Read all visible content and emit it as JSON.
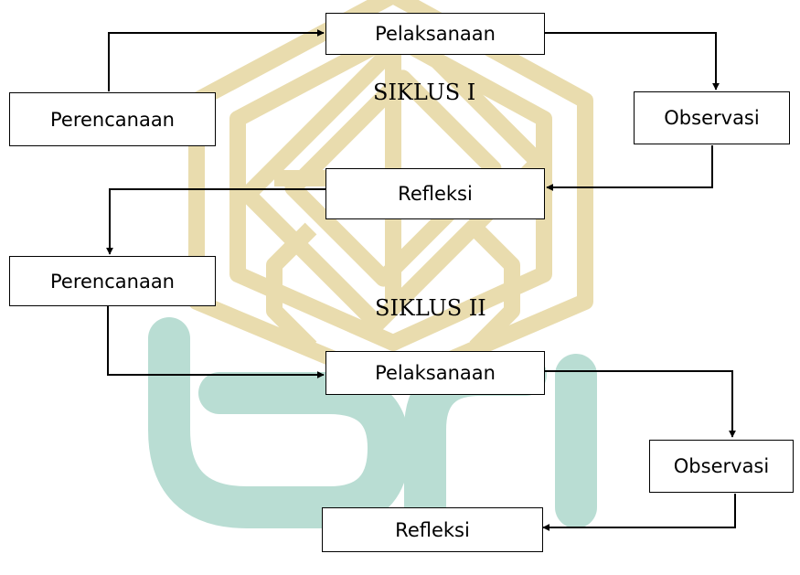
{
  "cycles": [
    {
      "label": "SIKLUS I",
      "perencanaan": "Perencanaan",
      "pelaksanaan": "Pelaksanaan",
      "observasi": "Observasi",
      "refleksi": "Refleksi"
    },
    {
      "label": "SIKLUS II",
      "perencanaan": "Perencanaan",
      "pelaksanaan": "Pelaksanaan",
      "observasi": "Observasi",
      "refleksi": "Refleksi"
    }
  ],
  "colors": {
    "watermark_gold": "#e9dcae",
    "watermark_green": "#b9ddd3",
    "line": "#000000",
    "box_border": "#000000",
    "background": "#ffffff"
  }
}
